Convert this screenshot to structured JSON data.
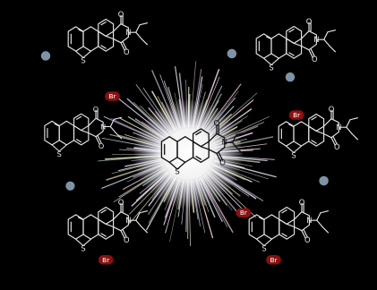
{
  "labels": {
    "oxygen": "O",
    "nitrogen": "N",
    "sulfur": "S",
    "bromine": "Br"
  },
  "colors": {
    "background": "#000000",
    "bond": "#e6e6e6",
    "center_bond": "#111111",
    "iodine_badge": "#7f93a8",
    "bromine_badge": "#8b1010",
    "glow": "#ffffff"
  },
  "molecules": [
    {
      "id": "top-left",
      "substituents": [
        "iodine-left",
        "bromine-bottom"
      ]
    },
    {
      "id": "top-right",
      "substituents": [
        "iodine-left",
        "iodine-bottom"
      ]
    },
    {
      "id": "mid-left",
      "substituents": [
        "iodine-bottom"
      ]
    },
    {
      "id": "center",
      "substituents": []
    },
    {
      "id": "mid-right",
      "substituents": [
        "bromine-top",
        "iodine-bottom"
      ]
    },
    {
      "id": "bottom-left",
      "substituents": [
        "bromine-bottom"
      ]
    },
    {
      "id": "bottom-right",
      "substituents": [
        "bromine-top",
        "bromine-bottom"
      ]
    }
  ]
}
